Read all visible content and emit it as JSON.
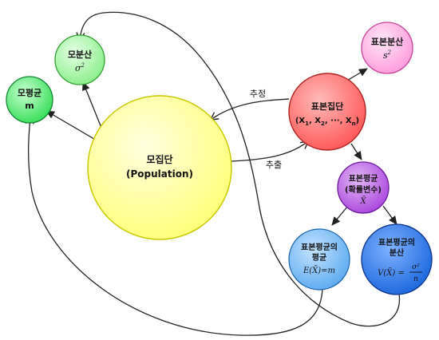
{
  "nodes": {
    "population": {
      "title": "모집단",
      "subtitle": "(Population)",
      "fill": "#ffff77",
      "stroke": "#c8c800"
    },
    "pop_variance": {
      "title": "모분산",
      "symbol_base": "σ",
      "symbol_exp": "2",
      "fill": "#88ee88",
      "stroke": "#2e9e2e"
    },
    "pop_mean": {
      "title": "모평균",
      "symbol": "m",
      "fill": "#33dd55",
      "stroke": "#118833"
    },
    "sample": {
      "title": "표본집단",
      "tuple_open": "(X",
      "sub1": "1",
      "sep1": ", X",
      "sub2": "2",
      "sep2": ", ···, X",
      "subn": "n",
      "tuple_close": ")",
      "fill": "#ff5555",
      "stroke": "#b02020"
    },
    "sample_variance": {
      "title": "표본분산",
      "symbol_base": "s",
      "symbol_exp": "2",
      "fill": "#ff99dd",
      "stroke": "#cc4499"
    },
    "sample_mean": {
      "title": "표본평균",
      "subtitle": "(확률변수)",
      "symbol": "X̄",
      "fill": "#aa44dd",
      "stroke": "#6a1a9a"
    },
    "mean_of_sample_mean": {
      "title": "표본평균의",
      "title2": "평균",
      "formula": "E(X̄)=m",
      "fill": "#5aaaf0",
      "stroke": "#1f66b0"
    },
    "variance_of_sample_mean": {
      "title": "표본평균의",
      "title2": "분산",
      "formula_left": "V(X̄) =",
      "frac_num": "σ²",
      "frac_den": "n",
      "fill": "#1a66dd",
      "stroke": "#0a3388"
    }
  },
  "edges": {
    "estimate_label": "추정",
    "extract_label": "추출"
  },
  "colors": {
    "edge": "#222222",
    "background": "#ffffff"
  }
}
